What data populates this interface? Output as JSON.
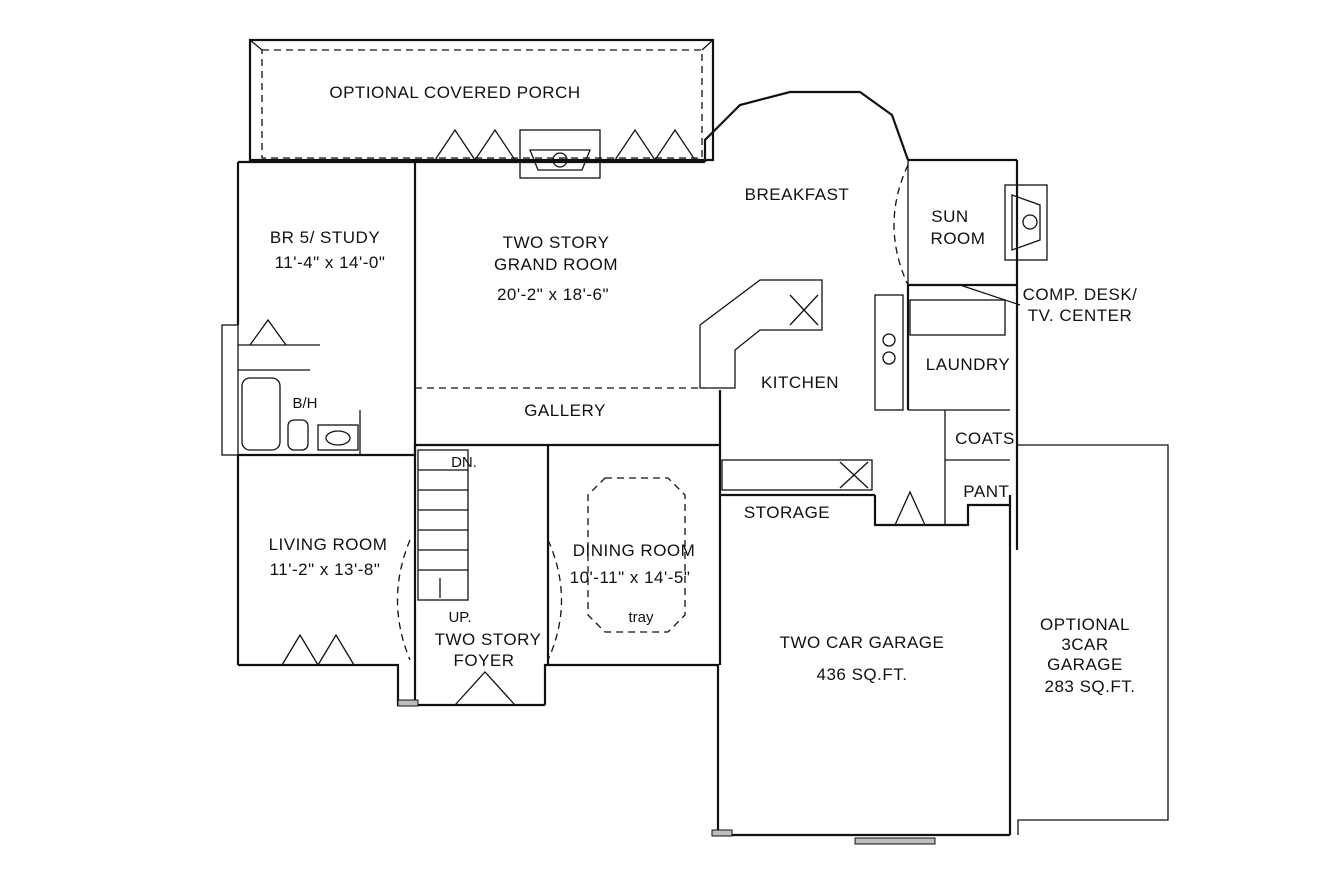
{
  "rooms": {
    "porch": "OPTIONAL COVERED PORCH",
    "breakfast": "BREAKFAST",
    "sun_room_1": "SUN",
    "sun_room_2": "ROOM",
    "br5_name": "BR 5/ STUDY",
    "br5_size": "11'-4\" x 14'-0\"",
    "grand_1": "TWO STORY",
    "grand_2": "GRAND ROOM",
    "grand_size": "20'-2\" x 18'-6\"",
    "comp_desk_1": "COMP. DESK/",
    "comp_desk_2": "TV. CENTER",
    "laundry": "LAUNDRY",
    "kitchen": "KITCHEN",
    "bath": "B/H",
    "gallery": "GALLERY",
    "coats": "COATS",
    "dn": "DN.",
    "pant": "PANT.",
    "storage": "STORAGE",
    "living_name": "LIVING ROOM",
    "living_size": "11'-2\" x 13'-8\"",
    "dining_name": "DINING ROOM",
    "dining_size": "10'-11\" x 14'-5\"",
    "tray": "tray",
    "up": "UP.",
    "foyer_1": "TWO STORY",
    "foyer_2": "FOYER",
    "garage_name": "TWO CAR GARAGE",
    "garage_size": "436 SQ.FT.",
    "opt_garage_1": "OPTIONAL",
    "opt_garage_2": "3CAR",
    "opt_garage_3": "GARAGE",
    "opt_garage_4": "283 SQ.FT."
  }
}
